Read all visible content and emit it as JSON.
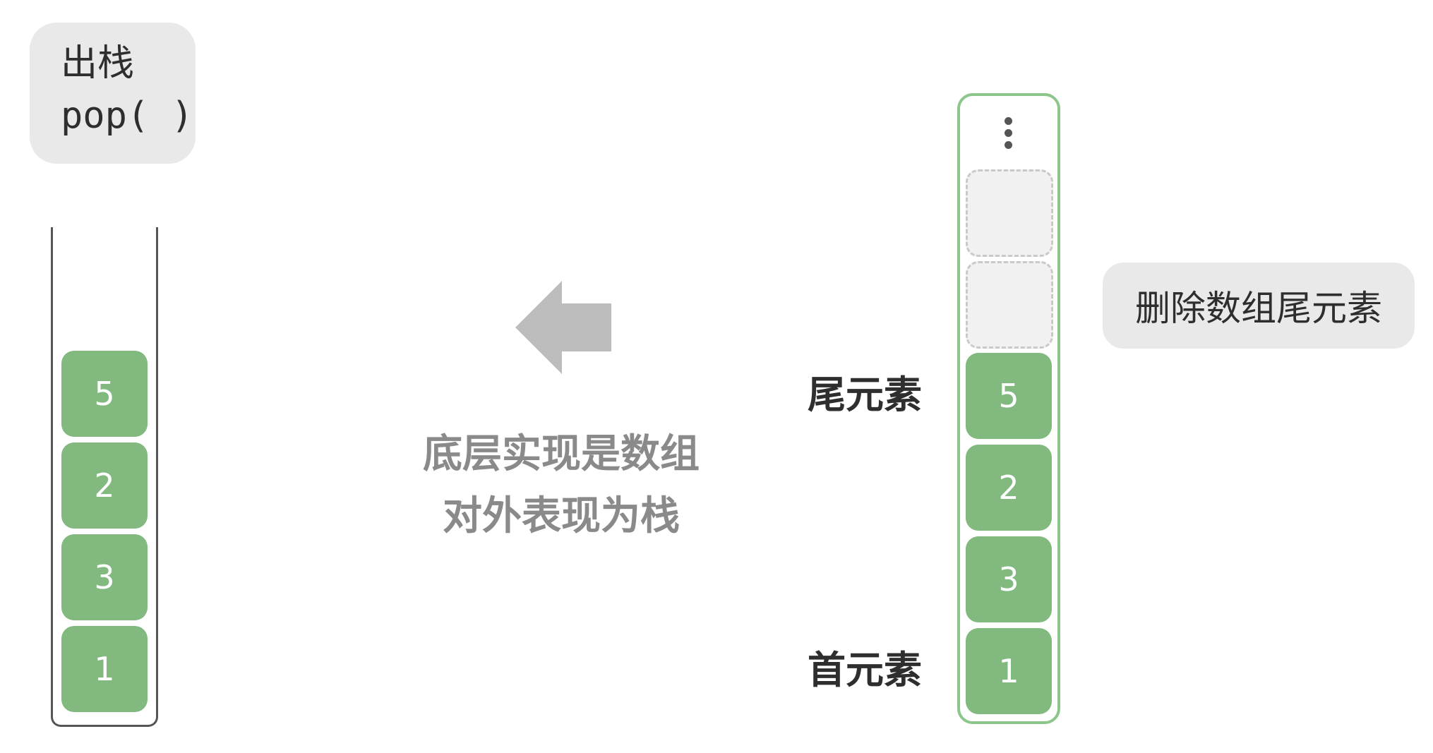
{
  "operation": {
    "title": "出栈",
    "code": "pop( )"
  },
  "stack": {
    "items": [
      "5",
      "2",
      "3",
      "1"
    ]
  },
  "arrow": {
    "direction": "left",
    "color": "#bdbdbd"
  },
  "caption": {
    "line1": "底层实现是数组",
    "line2": "对外表现为栈"
  },
  "array": {
    "items": [
      "5",
      "2",
      "3",
      "1"
    ],
    "empty_slots": 2,
    "continuation_icon": "vertical-ellipsis-icon",
    "border_color": "#8dc68b",
    "cell_color": "#81b97f"
  },
  "labels": {
    "tail": "尾元素",
    "head": "首元素"
  },
  "action": {
    "text": "删除数组尾元素"
  }
}
